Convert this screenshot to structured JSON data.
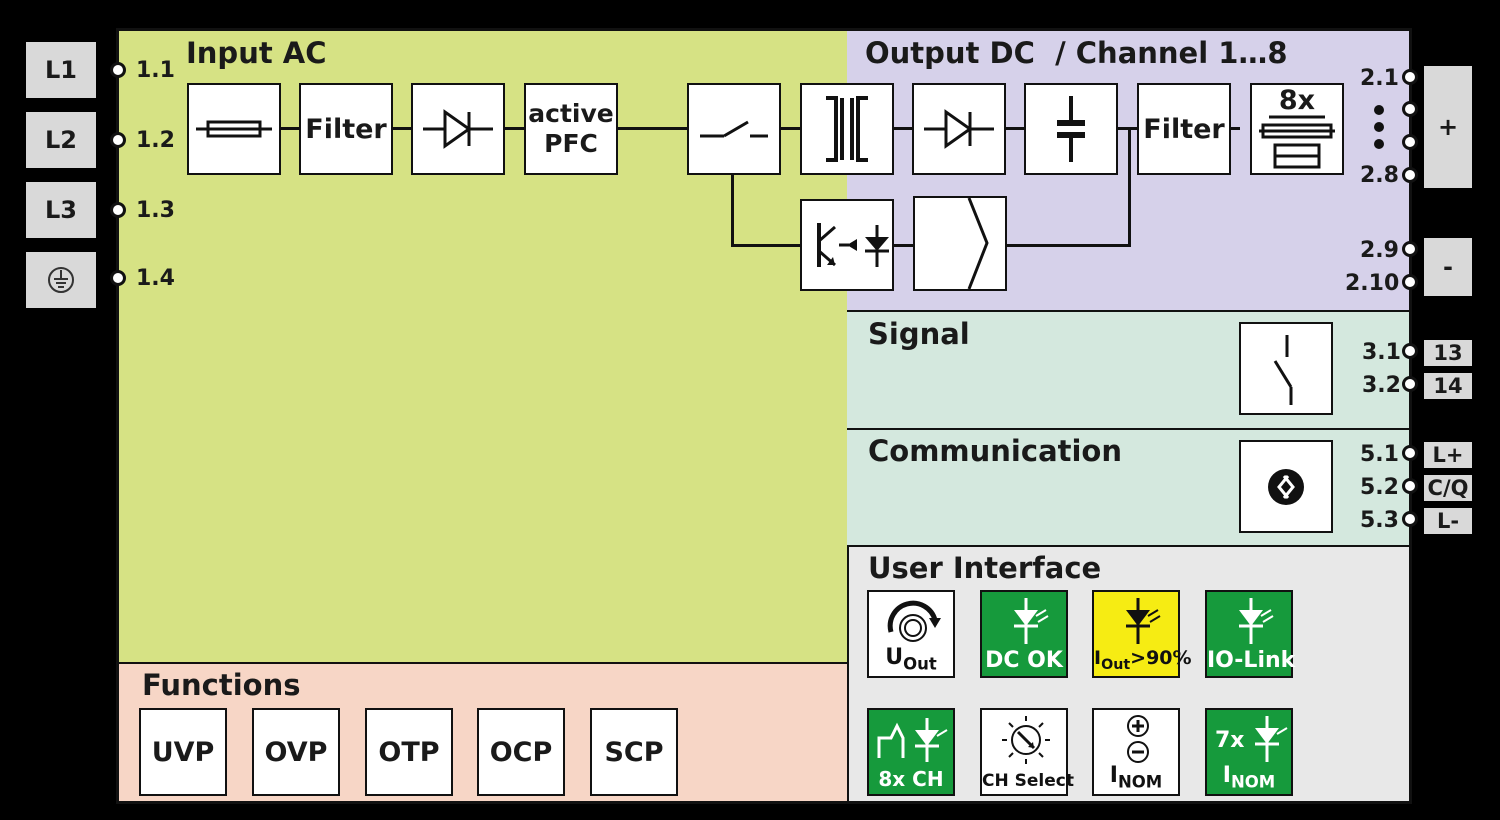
{
  "colors": {
    "input_ac": "#d6e284",
    "output_dc": "#d6d1ea",
    "signal": "#d4e8de",
    "communication": "#d4e8de",
    "functions": "#f7d6c6",
    "user_interface": "#e8e8e8",
    "status_green": "#169a3c",
    "status_yellow": "#f6ec13"
  },
  "input": {
    "title": "Input AC",
    "terminals": [
      {
        "tag": "L1",
        "pin": "1.1"
      },
      {
        "tag": "L2",
        "pin": "1.2"
      },
      {
        "tag": "L3",
        "pin": "1.3"
      },
      {
        "tag": "",
        "icon": "ground-icon",
        "pin": "1.4"
      }
    ],
    "blocks": {
      "filter": "Filter",
      "pfc_line1": "active",
      "pfc_line2": "PFC"
    }
  },
  "output": {
    "title": "Output DC  / Channel 1…8",
    "blocks": {
      "filter": "Filter",
      "multiplier": "8x"
    },
    "plus": {
      "tag": "+",
      "pins": [
        "2.1",
        "2.8"
      ]
    },
    "minus": {
      "tag": "-",
      "pins": [
        "2.9",
        "2.10"
      ]
    }
  },
  "signal": {
    "title": "Signal",
    "pins": [
      {
        "pin": "3.1",
        "tag": "13"
      },
      {
        "pin": "3.2",
        "tag": "14"
      }
    ]
  },
  "communication": {
    "title": "Communication",
    "pins": [
      {
        "pin": "5.1",
        "tag": "L+"
      },
      {
        "pin": "5.2",
        "tag": "C/Q"
      },
      {
        "pin": "5.3",
        "tag": "L-"
      }
    ]
  },
  "functions": {
    "title": "Functions",
    "items": [
      "UVP",
      "OVP",
      "OTP",
      "OCP",
      "SCP"
    ]
  },
  "user_interface": {
    "title": "User Interface",
    "uout": {
      "main": "U",
      "sub": "Out"
    },
    "dc_ok": "DC OK",
    "iout": {
      "main": "I",
      "sub": "Out",
      "rest": ">90%"
    },
    "io_link": "IO-Link",
    "ch8": "8x CH",
    "ch_select": "CH Select",
    "inom": {
      "main": "I",
      "sub": "NOM"
    },
    "inom7": {
      "prefix": "7x",
      "main": "I",
      "sub": "NOM"
    }
  }
}
